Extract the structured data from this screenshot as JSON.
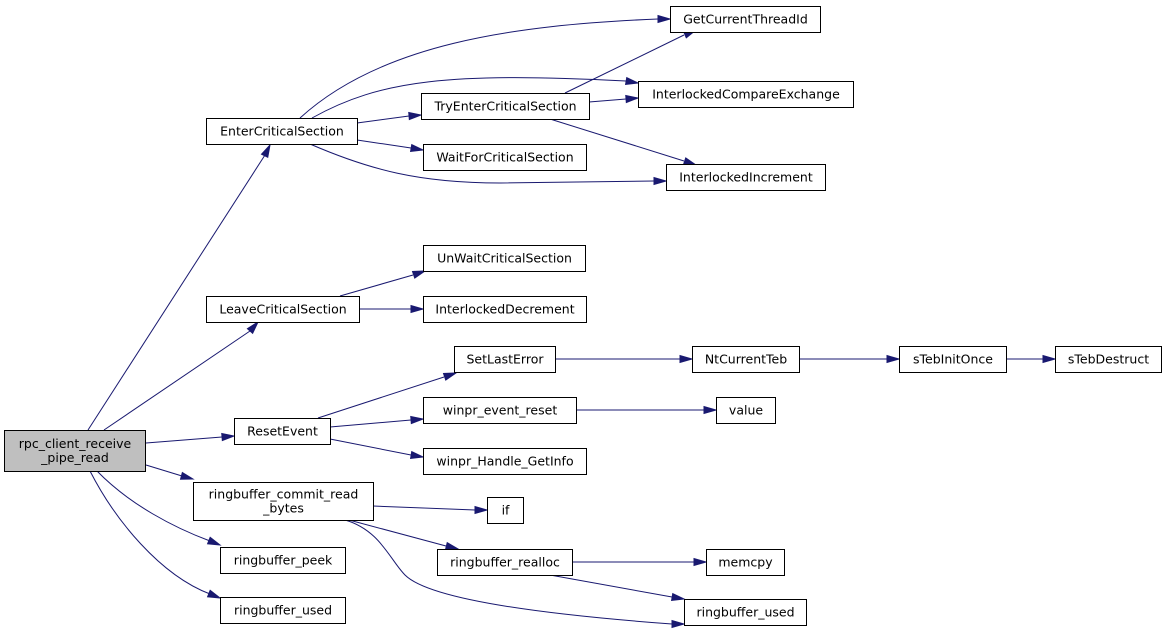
{
  "graph": {
    "colors": {
      "edge": "#191970",
      "root_fill": "#bfbfbf",
      "node_fill": "#ffffff",
      "border": "#000000"
    },
    "nodes": [
      {
        "id": "rpc",
        "lines": [
          "rpc_client_receive",
          "_pipe_read"
        ],
        "root": true
      },
      {
        "id": "enter",
        "lines": [
          "EnterCriticalSection"
        ]
      },
      {
        "id": "leave",
        "lines": [
          "LeaveCriticalSection"
        ]
      },
      {
        "id": "reset",
        "lines": [
          "ResetEvent"
        ]
      },
      {
        "id": "commit",
        "lines": [
          "ringbuffer_commit_read",
          "_bytes"
        ]
      },
      {
        "id": "peek",
        "lines": [
          "ringbuffer_peek"
        ]
      },
      {
        "id": "used1",
        "lines": [
          "ringbuffer_used"
        ]
      },
      {
        "id": "gct",
        "lines": [
          "GetCurrentThreadId"
        ]
      },
      {
        "id": "tryenter",
        "lines": [
          "TryEnterCriticalSection"
        ]
      },
      {
        "id": "ice",
        "lines": [
          "InterlockedCompareExchange"
        ]
      },
      {
        "id": "waitfor",
        "lines": [
          "WaitForCriticalSection"
        ]
      },
      {
        "id": "ii",
        "lines": [
          "InterlockedIncrement"
        ]
      },
      {
        "id": "unwait",
        "lines": [
          "UnWaitCriticalSection"
        ]
      },
      {
        "id": "idec",
        "lines": [
          "InterlockedDecrement"
        ]
      },
      {
        "id": "setlast",
        "lines": [
          "SetLastError"
        ]
      },
      {
        "id": "ntteb",
        "lines": [
          "NtCurrentTeb"
        ]
      },
      {
        "id": "stebinit",
        "lines": [
          "sTebInitOnce"
        ]
      },
      {
        "id": "stebdes",
        "lines": [
          "sTebDestruct"
        ]
      },
      {
        "id": "evreset",
        "lines": [
          "winpr_event_reset"
        ]
      },
      {
        "id": "value",
        "lines": [
          "value"
        ]
      },
      {
        "id": "handle",
        "lines": [
          "winpr_Handle_GetInfo"
        ]
      },
      {
        "id": "if",
        "lines": [
          "if"
        ]
      },
      {
        "id": "realloc",
        "lines": [
          "ringbuffer_realloc"
        ]
      },
      {
        "id": "memcpy",
        "lines": [
          "memcpy"
        ]
      },
      {
        "id": "used2",
        "lines": [
          "ringbuffer_used"
        ]
      }
    ]
  }
}
